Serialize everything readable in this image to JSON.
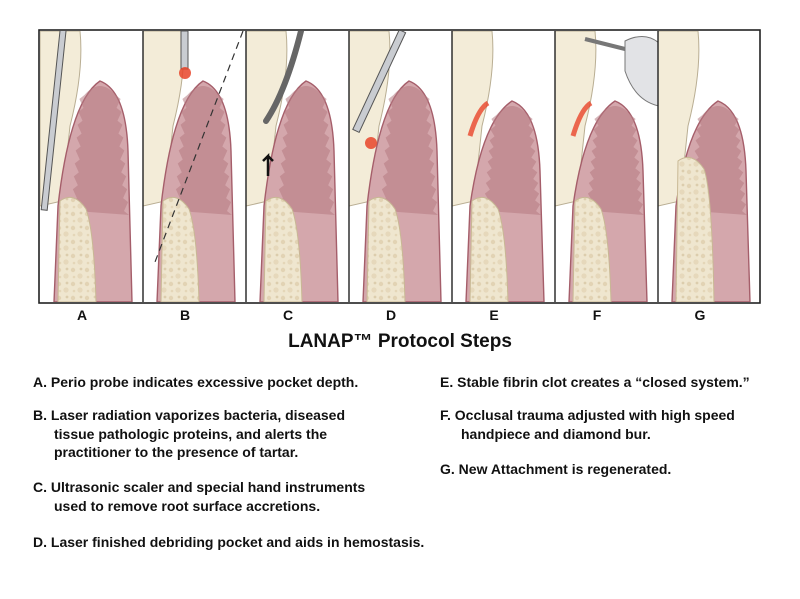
{
  "title": "LANAP™ Protocol Steps",
  "panels": [
    {
      "letter": "A"
    },
    {
      "letter": "B"
    },
    {
      "letter": "C"
    },
    {
      "letter": "D"
    },
    {
      "letter": "E"
    },
    {
      "letter": "F"
    },
    {
      "letter": "G"
    }
  ],
  "steps": [
    {
      "id": "A",
      "lines": [
        "A.  Perio probe indicates excessive pocket depth."
      ]
    },
    {
      "id": "B",
      "lines": [
        "B.  Laser radiation vaporizes bacteria, diseased",
        "tissue pathologic proteins, and alerts the",
        "practitioner to the presence of tartar."
      ]
    },
    {
      "id": "C",
      "lines": [
        "C.  Ultrasonic scaler and special hand instruments",
        "used to remove root surface accretions."
      ]
    },
    {
      "id": "D",
      "lines": [
        "D.  Laser finished debriding pocket and aids in hemostasis."
      ]
    },
    {
      "id": "E",
      "lines": [
        "E.  Stable fibrin clot creates a “closed system.”"
      ]
    },
    {
      "id": "F",
      "lines": [
        "F.  Occlusal trauma adjusted with high speed",
        "handpiece and diamond bur."
      ]
    },
    {
      "id": "G",
      "lines": [
        "G.  New Attachment is regenerated."
      ]
    }
  ],
  "colors": {
    "gum": "#d4a7ac",
    "gum_edge": "#a55e6a",
    "tooth": "#f3ecd8",
    "bone": "#efe6cf",
    "laser": "#e8452a",
    "instrument": "#c9ccd1"
  }
}
